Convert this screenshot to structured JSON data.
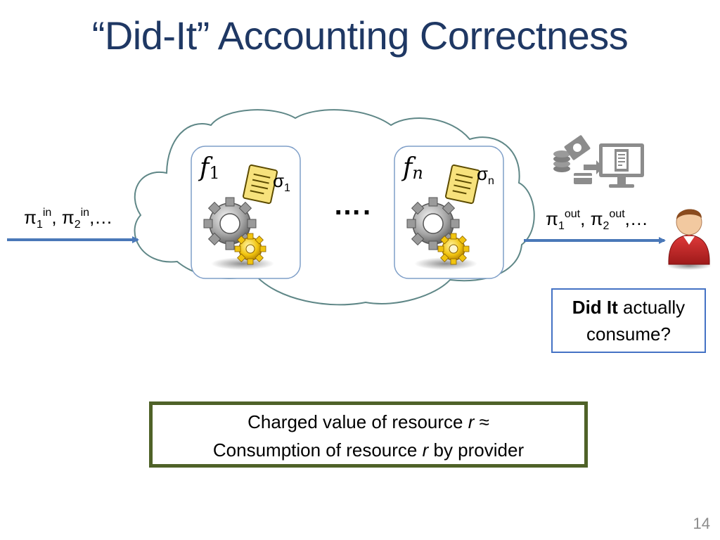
{
  "slide": {
    "title": "“Did-It” Accounting Correctness",
    "page_number": "14"
  },
  "diagram": {
    "input_stream": {
      "pi": "π",
      "in": "in",
      "sub1": "1",
      "sub2": "2",
      "sep": ", ",
      "tail": ",…"
    },
    "output_stream": {
      "pi": "π",
      "out": "out",
      "sub1": "1",
      "sub2": "2",
      "sep": ", ",
      "tail": ",…"
    },
    "function_1": {
      "f": "f",
      "sub": "1",
      "sigma": "σ",
      "sigma_sub": "1"
    },
    "function_n": {
      "f": "f",
      "sub": "n",
      "sigma": "σ",
      "sigma_sub": "n"
    },
    "ellipsis": "….",
    "did_it_box": {
      "bold": "Did It",
      "rest": " actually",
      "line2": "consume?"
    },
    "charged_box": {
      "line1_pre": "Charged value of resource ",
      "r": "r",
      "line1_post": " ≈",
      "line2_pre": "Consumption of resource ",
      "line2_post": " by provider"
    }
  }
}
